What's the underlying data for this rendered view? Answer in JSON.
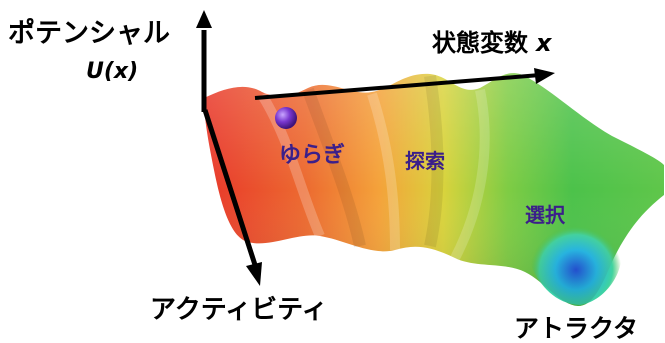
{
  "labels": {
    "potential_line1": "ポテンシャル",
    "potential_line2_prefix": "U(",
    "potential_line2_var": "x",
    "potential_line2_suffix": ")",
    "state_variable": "状態変数",
    "state_variable_var": "x",
    "activity": "アクティビティ",
    "attractor": "アトラクタ",
    "fluctuation": "ゆらぎ",
    "search": "探索",
    "selection": "選択"
  },
  "colors": {
    "axis": "#000000",
    "ball": "#6a2bb8",
    "annotation_text": "#3b1f8a",
    "surface_red": "#e8372a",
    "surface_orange": "#f4a23a",
    "surface_yellow": "#d9d33c",
    "surface_green": "#4cc24a",
    "surface_cyan": "#22c8e0",
    "surface_blue": "#1f4fd8"
  }
}
